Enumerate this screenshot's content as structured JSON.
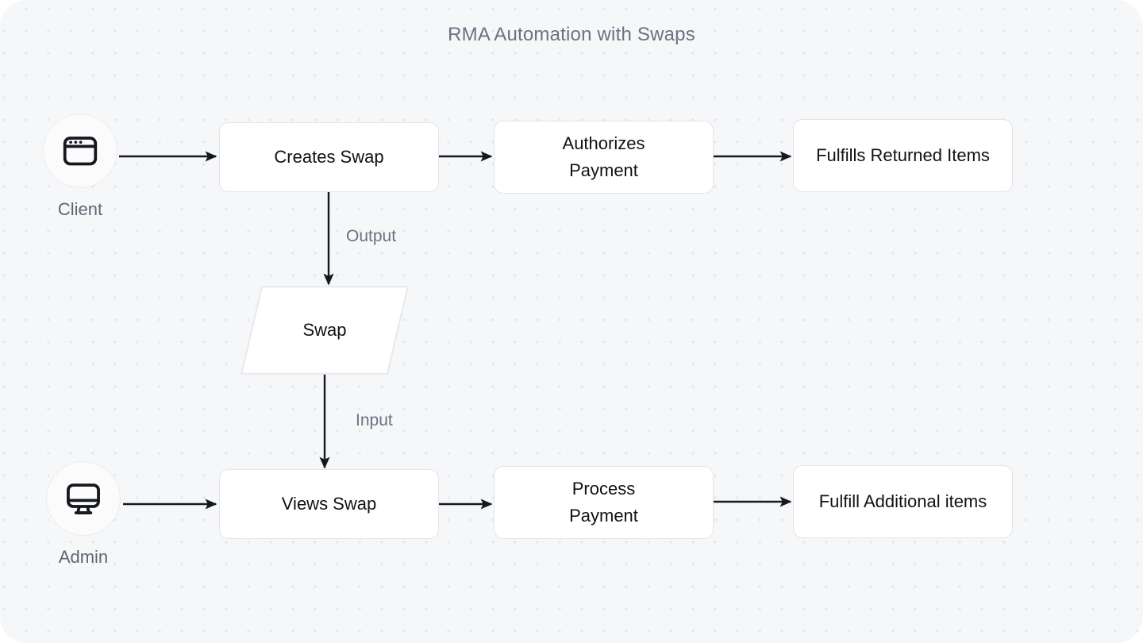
{
  "diagram": {
    "title": "RMA Automation with Swaps",
    "background_color": "#f6f7f9",
    "dot_color": "#e4e5e9",
    "node_fill": "#ffffff",
    "node_border": "#e3e4e8",
    "node_text_color": "#0f1115",
    "label_text_color": "#6b7280",
    "edge_color": "#15181e"
  },
  "actors": [
    {
      "id": "client",
      "label": "Client",
      "icon": "browser-window-icon"
    },
    {
      "id": "admin",
      "label": "Admin",
      "icon": "desktop-monitor-icon"
    }
  ],
  "nodes": {
    "creates_swap": "Creates Swap",
    "authorizes_payment": "Authorizes Payment",
    "fulfills_returned_items": "Fulfills Returned Items",
    "swap": "Swap",
    "views_swap": "Views Swap",
    "process_payment": "Process Payment",
    "fulfill_additional_items": "Fulfill Additional items"
  },
  "edge_labels": {
    "output": "Output",
    "input": "Input"
  },
  "flows": [
    {
      "from": "client",
      "to": "creates_swap",
      "label": ""
    },
    {
      "from": "creates_swap",
      "to": "authorizes_payment",
      "label": ""
    },
    {
      "from": "authorizes_payment",
      "to": "fulfills_returned_items",
      "label": ""
    },
    {
      "from": "creates_swap",
      "to": "swap",
      "label": "Output"
    },
    {
      "from": "swap",
      "to": "views_swap",
      "label": "Input"
    },
    {
      "from": "admin",
      "to": "views_swap",
      "label": ""
    },
    {
      "from": "views_swap",
      "to": "process_payment",
      "label": ""
    },
    {
      "from": "process_payment",
      "to": "fulfill_additional_items",
      "label": ""
    }
  ]
}
